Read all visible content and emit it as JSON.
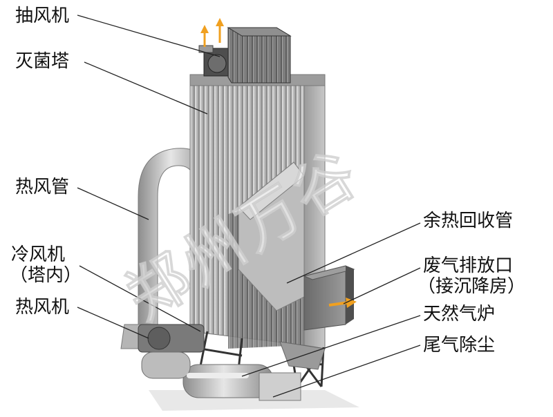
{
  "labels": {
    "exhaust_fan": "抽风机",
    "sterilization_tower": "灭菌塔",
    "hot_air_duct": "热风管",
    "cold_fan": "冷风机",
    "cold_fan_sub": "（塔内）",
    "hot_fan": "热风机",
    "heat_recovery": "余热回收管",
    "exhaust_outlet": "废气排放口",
    "exhaust_outlet_sub": "（接沉降房）",
    "gas_furnace": "天然气炉",
    "tail_dust": "尾气除尘"
  },
  "watermark": "郑州万谷",
  "colors": {
    "arrow": "#f0a020",
    "metal_light": "#d8d8d8",
    "metal_mid": "#a8a8a8",
    "metal_dark": "#6e6e6e",
    "leader": "#222222"
  }
}
